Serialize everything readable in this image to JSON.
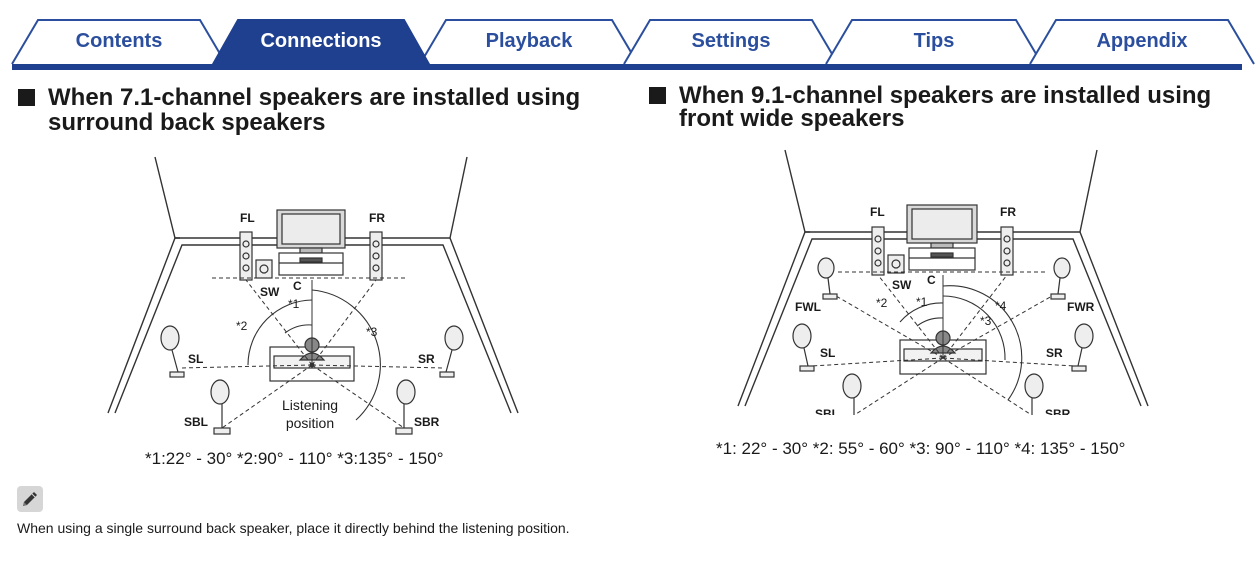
{
  "tabs": [
    {
      "label": "Contents",
      "active": false
    },
    {
      "label": "Connections",
      "active": true
    },
    {
      "label": "Playback",
      "active": false
    },
    {
      "label": "Settings",
      "active": false
    },
    {
      "label": "Tips",
      "active": false
    },
    {
      "label": "Appendix",
      "active": false
    }
  ],
  "colors": {
    "tab_active": "#1f3f8f",
    "tab_inactive_text": "#2b4f9e",
    "tab_border": "#2b4f9e",
    "rule": "#1f3f8f"
  },
  "left": {
    "heading_line1": "When 7.1-channel speakers are installed using",
    "heading_line2": "surround back speakers",
    "labels": {
      "fl": "FL",
      "fr": "FR",
      "sw": "SW",
      "c": "C",
      "sl": "SL",
      "sr": "SR",
      "sbl": "SBL",
      "sbr": "SBR",
      "m1": "*1",
      "m2": "*2",
      "m3": "*3",
      "listening_line1": "Listening",
      "listening_line2": "position"
    },
    "angles": "*1:22° - 30°  *2:90° - 110°  *3:135° - 150°"
  },
  "right": {
    "heading_line1": "When 9.1-channel speakers are installed using",
    "heading_line2": "front wide speakers",
    "labels": {
      "fl": "FL",
      "fr": "FR",
      "sw": "SW",
      "c": "C",
      "fwl": "FWL",
      "fwr": "FWR",
      "sl": "SL",
      "sr": "SR",
      "sbl": "SBL",
      "sbr": "SBR",
      "m1": "*1",
      "m2": "*2",
      "m3": "*3",
      "m4": "*4"
    },
    "angles": "*1: 22° - 30°  *2: 55° - 60°  *3: 90° - 110°  *4: 135° - 150°"
  },
  "note": {
    "icon": "pencil-icon",
    "text": "When using a single surround back speaker, place it directly behind the listening position."
  }
}
